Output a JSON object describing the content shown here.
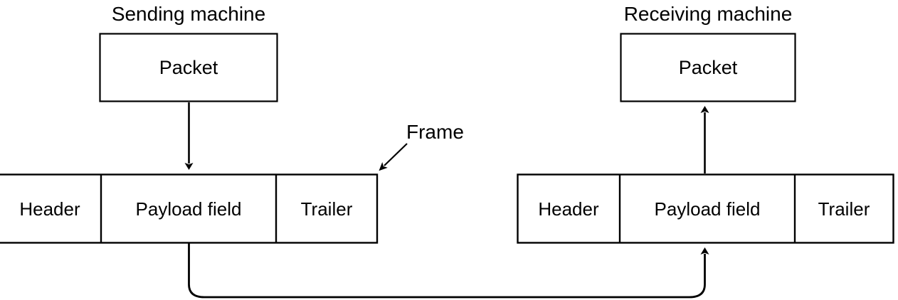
{
  "diagram": {
    "title_sending": "Sending machine",
    "title_receiving": "Receiving machine",
    "callout_frame": "Frame",
    "stroke_color": "#000000",
    "background_color": "#ffffff",
    "sending": {
      "packet_label": "Packet",
      "frame_cells": [
        {
          "label": "Header"
        },
        {
          "label": "Payload field"
        },
        {
          "label": "Trailer"
        }
      ]
    },
    "receiving": {
      "packet_label": "Packet",
      "frame_cells": [
        {
          "label": "Header"
        },
        {
          "label": "Payload field"
        },
        {
          "label": "Trailer"
        }
      ]
    },
    "connectors": {
      "encapsulate_arrow": "down-arrow-packet-to-payload",
      "decapsulate_arrow": "up-arrow-payload-to-packet",
      "transmission_arrow": "curved-arrow-sending-payload-to-receiving-payload",
      "callout_arrow": "frame-callout-arrow"
    }
  }
}
